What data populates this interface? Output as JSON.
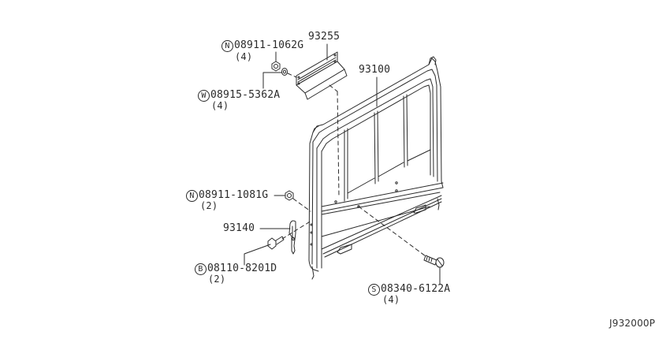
{
  "diagram": {
    "type": "exploded-parts-diagram",
    "subject": "rear rack frame assembly",
    "diagram_code": "J932000P",
    "colors": {
      "line": "#2a2a2a",
      "background": "#ffffff"
    }
  },
  "parts": [
    {
      "id": "p93255",
      "number": "93255",
      "symbol": "",
      "qty": ""
    },
    {
      "id": "p93100",
      "number": "93100",
      "symbol": "",
      "qty": ""
    },
    {
      "id": "p93140",
      "number": "93140",
      "symbol": "",
      "qty": ""
    },
    {
      "id": "n1062",
      "symbol": "N",
      "number": "08911-1062G",
      "qty": "(4)"
    },
    {
      "id": "w5362",
      "symbol": "W",
      "number": "08915-5362A",
      "qty": "(4)"
    },
    {
      "id": "n1081",
      "symbol": "N",
      "number": "08911-1081G",
      "qty": "(2)"
    },
    {
      "id": "b8201",
      "symbol": "B",
      "number": "08110-8201D",
      "qty": "(2)"
    },
    {
      "id": "s6122",
      "symbol": "S",
      "number": "08340-6122A",
      "qty": "(4)"
    }
  ]
}
